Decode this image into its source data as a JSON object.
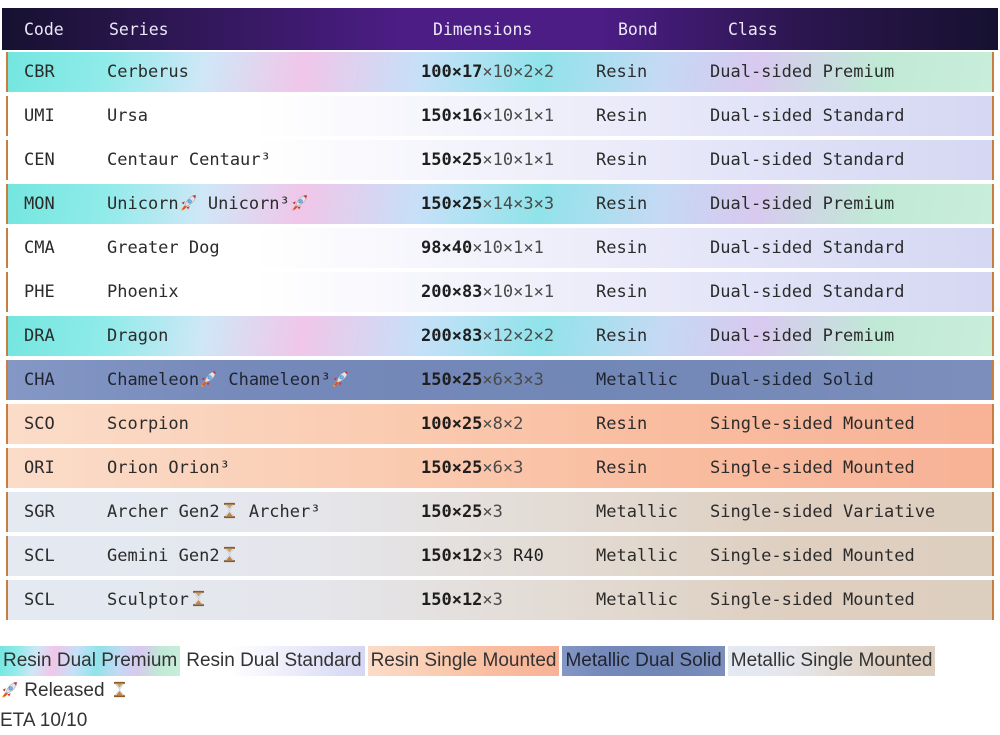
{
  "colors": {
    "border_orange": "#c67e41",
    "header_purple": "#4c1d85",
    "header_navy": "#161130",
    "premium_cyan": "#74e6df",
    "premium_mint": "#c8eeda",
    "standard_lavender": "#d6d8f3",
    "solid_slate": "#7589ba",
    "mounted_peach": "#f8b296",
    "metallic_tan": "#ddcfc0"
  },
  "header": {
    "columns": [
      "Code",
      "Series",
      "Dimensions",
      "Bond",
      "Class"
    ]
  },
  "rows": [
    {
      "style": "premium",
      "code": "CBR",
      "series": [
        {
          "text": "Cerberus"
        }
      ],
      "dim_main": "100×17",
      "dim_rest": "×10×2×2",
      "dim_suffix": "",
      "bond": "Resin",
      "class": "Dual-sided Premium"
    },
    {
      "style": "standard",
      "code": "UMI",
      "series": [
        {
          "text": "Ursa"
        }
      ],
      "dim_main": "150×16",
      "dim_rest": "×10×1×1",
      "dim_suffix": "",
      "bond": "Resin",
      "class": "Dual-sided Standard"
    },
    {
      "style": "standard",
      "code": "CEN",
      "series": [
        {
          "text": "Centaur Centaur³"
        }
      ],
      "dim_main": "150×25",
      "dim_rest": "×10×1×1",
      "dim_suffix": "",
      "bond": "Resin",
      "class": "Dual-sided Standard"
    },
    {
      "style": "premium",
      "code": "MON",
      "series": [
        {
          "text": "Unicorn"
        },
        {
          "icon": "rocket"
        },
        {
          "text": " Unicorn³"
        },
        {
          "icon": "rocket"
        }
      ],
      "dim_main": "150×25",
      "dim_rest": "×14×3×3",
      "dim_suffix": "",
      "bond": "Resin",
      "class": "Dual-sided Premium"
    },
    {
      "style": "standard",
      "code": "CMA",
      "series": [
        {
          "text": "Greater Dog"
        }
      ],
      "dim_main": "98×40",
      "dim_rest": "×10×1×1",
      "dim_suffix": "",
      "bond": "Resin",
      "class": "Dual-sided Standard"
    },
    {
      "style": "standard",
      "code": "PHE",
      "series": [
        {
          "text": "Phoenix"
        }
      ],
      "dim_main": "200×83",
      "dim_rest": "×10×1×1",
      "dim_suffix": "",
      "bond": "Resin",
      "class": "Dual-sided Standard"
    },
    {
      "style": "premium",
      "code": "DRA",
      "series": [
        {
          "text": "Dragon"
        }
      ],
      "dim_main": "200×83",
      "dim_rest": "×12×2×2",
      "dim_suffix": "",
      "bond": "Resin",
      "class": "Dual-sided Premium"
    },
    {
      "style": "solid",
      "code": "CHA",
      "series": [
        {
          "text": "Chameleon"
        },
        {
          "icon": "rocket"
        },
        {
          "text": " Chameleon³"
        },
        {
          "icon": "rocket"
        }
      ],
      "dim_main": "150×25",
      "dim_rest": "×6×3×3",
      "dim_suffix": "",
      "bond": "Metallic",
      "class": "Dual-sided Solid"
    },
    {
      "style": "mounted",
      "code": "SCO",
      "series": [
        {
          "text": "Scorpion"
        }
      ],
      "dim_main": "100×25",
      "dim_rest": "×8×2",
      "dim_suffix": "",
      "bond": "Resin",
      "class": "Single-sided Mounted"
    },
    {
      "style": "mounted",
      "code": "ORI",
      "series": [
        {
          "text": "Orion Orion³"
        }
      ],
      "dim_main": "150×25",
      "dim_rest": "×6×3",
      "dim_suffix": "",
      "bond": "Resin",
      "class": "Single-sided Mounted"
    },
    {
      "style": "metallic",
      "code": "SGR",
      "series": [
        {
          "text": "Archer Gen2"
        },
        {
          "icon": "hourglass"
        },
        {
          "text": " Archer³"
        }
      ],
      "dim_main": "150×25",
      "dim_rest": "×3",
      "dim_suffix": "",
      "bond": "Metallic",
      "class": "Single-sided Variative"
    },
    {
      "style": "metallic",
      "code": "SCL",
      "series": [
        {
          "text": "Gemini Gen2"
        },
        {
          "icon": "hourglass"
        }
      ],
      "dim_main": "150×12",
      "dim_rest": "×3",
      "dim_suffix": " R40",
      "bond": "Metallic",
      "class": "Single-sided Mounted"
    },
    {
      "style": "metallic",
      "code": "SCL",
      "series": [
        {
          "text": "Sculptor"
        },
        {
          "icon": "hourglass"
        }
      ],
      "dim_main": "150×12",
      "dim_rest": "×3",
      "dim_suffix": "",
      "bond": "Metallic",
      "class": "Single-sided Mounted"
    }
  ],
  "legend": {
    "chips": [
      {
        "style": "premium",
        "label": "Resin Dual Premium"
      },
      {
        "style": "standard",
        "label": "Resin Dual Standard"
      },
      {
        "style": "mounted",
        "label": "Resin Single Mounted"
      },
      {
        "style": "solid",
        "label": "Metallic Dual Solid"
      },
      {
        "style": "metallic",
        "label": "Metallic Single Mounted"
      }
    ],
    "released_note": [
      {
        "icon": "rocket"
      },
      {
        "text": " Released "
      },
      {
        "icon": "hourglass"
      }
    ],
    "eta_note": "ETA 10/10"
  }
}
